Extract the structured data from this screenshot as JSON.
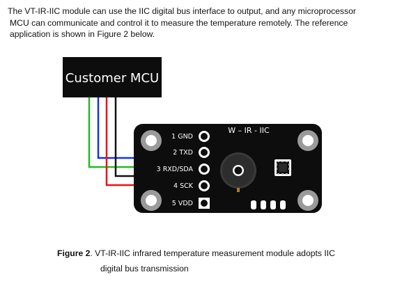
{
  "intro": {
    "line1": "The VT-IR-IIC module can use the IIC digital bus interface to output, and any microprocessor",
    "line2": "MCU can communicate and control it to measure the temperature remotely. The reference",
    "line3": "application is shown in Figure 2 below."
  },
  "diagram": {
    "mcu_label": "Customer MCU",
    "board_title": "W – IR - IIC",
    "pins": [
      {
        "label": "1 GND"
      },
      {
        "label": "2 TXD"
      },
      {
        "label": "3 RXD/SDA"
      },
      {
        "label": "4 SCK"
      },
      {
        "label": "5 VDD"
      }
    ],
    "wire_colors": {
      "green": "#22bb22",
      "blue": "#1133ee",
      "red": "#ee1111",
      "black": "#111111"
    },
    "board_color": "#0d0d0d"
  },
  "caption": {
    "figure_label": "Figure 2",
    "line1_rest": ". VT-IR-IIC infrared temperature measurement module adopts IIC",
    "line2": "digital bus transmission"
  }
}
